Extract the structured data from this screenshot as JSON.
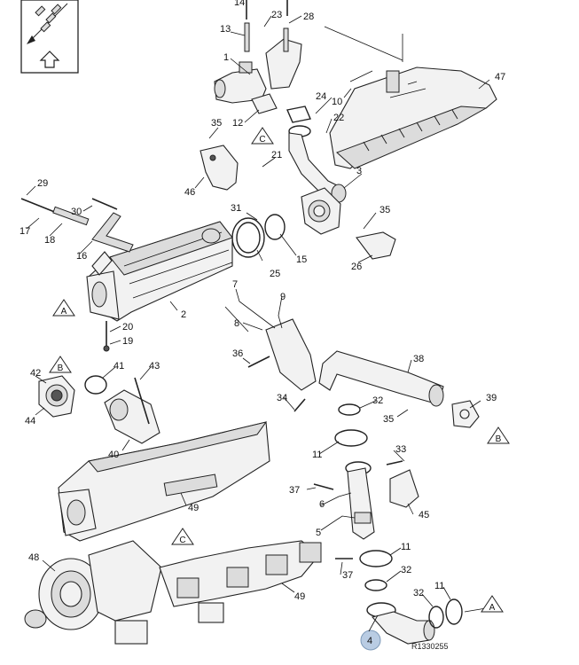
{
  "figure_id": "R1330255",
  "highlighted_part": "4",
  "callouts": [
    {
      "id": "c1",
      "text": "1"
    },
    {
      "id": "c2",
      "text": "2"
    },
    {
      "id": "c3",
      "text": "3"
    },
    {
      "id": "c5",
      "text": "5"
    },
    {
      "id": "c6",
      "text": "6"
    },
    {
      "id": "c7",
      "text": "7"
    },
    {
      "id": "c8",
      "text": "8"
    },
    {
      "id": "c9",
      "text": "9"
    },
    {
      "id": "c10",
      "text": "10"
    },
    {
      "id": "c11a",
      "text": "11"
    },
    {
      "id": "c11b",
      "text": "11"
    },
    {
      "id": "c11c",
      "text": "11"
    },
    {
      "id": "c12",
      "text": "12"
    },
    {
      "id": "c13",
      "text": "13"
    },
    {
      "id": "c14",
      "text": "14"
    },
    {
      "id": "c15",
      "text": "15"
    },
    {
      "id": "c16",
      "text": "16"
    },
    {
      "id": "c17",
      "text": "17"
    },
    {
      "id": "c18",
      "text": "18"
    },
    {
      "id": "c19",
      "text": "19"
    },
    {
      "id": "c20",
      "text": "20"
    },
    {
      "id": "c21",
      "text": "21"
    },
    {
      "id": "c22",
      "text": "22"
    },
    {
      "id": "c23",
      "text": "23"
    },
    {
      "id": "c24",
      "text": "24"
    },
    {
      "id": "c25",
      "text": "25"
    },
    {
      "id": "c26",
      "text": "26"
    },
    {
      "id": "c28",
      "text": "28"
    },
    {
      "id": "c29",
      "text": "29"
    },
    {
      "id": "c30",
      "text": "30"
    },
    {
      "id": "c31",
      "text": "31"
    },
    {
      "id": "c32a",
      "text": "32"
    },
    {
      "id": "c32b",
      "text": "32"
    },
    {
      "id": "c32c",
      "text": "32"
    },
    {
      "id": "c33",
      "text": "33"
    },
    {
      "id": "c34",
      "text": "34"
    },
    {
      "id": "c35a",
      "text": "35"
    },
    {
      "id": "c35b",
      "text": "35"
    },
    {
      "id": "c35c",
      "text": "35"
    },
    {
      "id": "c36",
      "text": "36"
    },
    {
      "id": "c37a",
      "text": "37"
    },
    {
      "id": "c37b",
      "text": "37"
    },
    {
      "id": "c38",
      "text": "38"
    },
    {
      "id": "c39",
      "text": "39"
    },
    {
      "id": "c40",
      "text": "40"
    },
    {
      "id": "c41",
      "text": "41"
    },
    {
      "id": "c42",
      "text": "42"
    },
    {
      "id": "c43",
      "text": "43"
    },
    {
      "id": "c44",
      "text": "44"
    },
    {
      "id": "c45",
      "text": "45"
    },
    {
      "id": "c46",
      "text": "46"
    },
    {
      "id": "c47",
      "text": "47"
    },
    {
      "id": "c48",
      "text": "48"
    },
    {
      "id": "c49a",
      "text": "49"
    },
    {
      "id": "c49b",
      "text": "49"
    }
  ],
  "connection_markers": [
    {
      "id": "mA1",
      "letter": "A"
    },
    {
      "id": "mA2",
      "letter": "A"
    },
    {
      "id": "mB1",
      "letter": "B"
    },
    {
      "id": "mB2",
      "letter": "B"
    },
    {
      "id": "mC1",
      "letter": "C"
    },
    {
      "id": "mC2",
      "letter": "C"
    }
  ],
  "orientation_icon": "engine-front-arrow-icon"
}
